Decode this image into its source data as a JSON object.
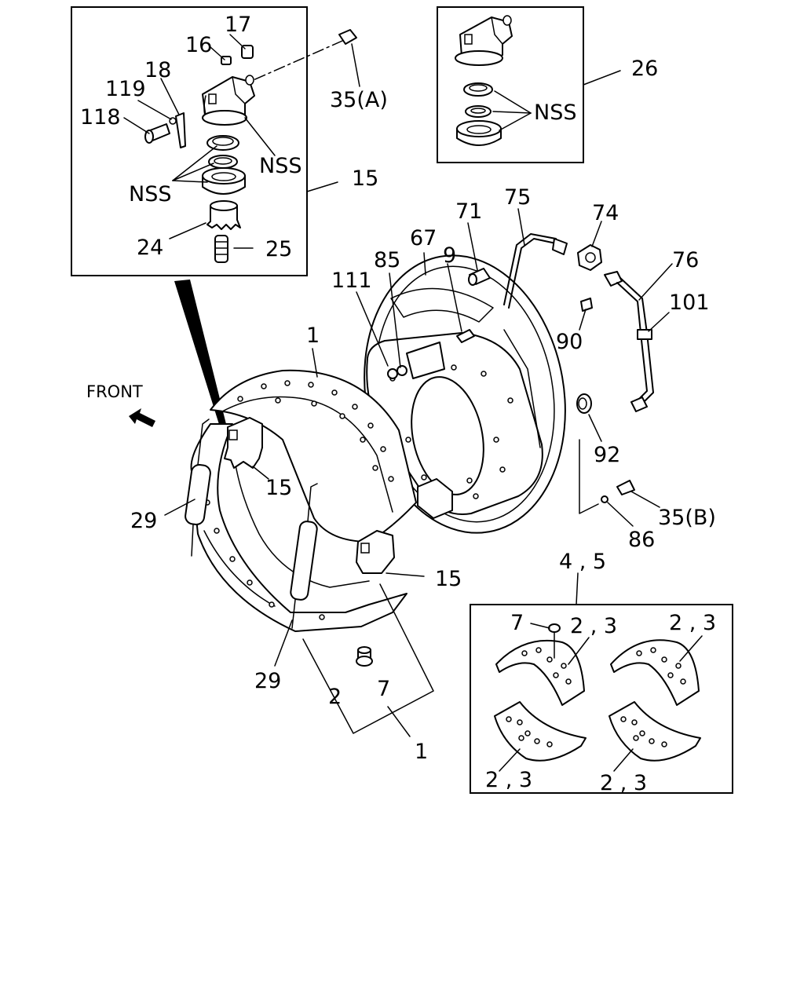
{
  "labels": {
    "front": "FRONT",
    "l1_top": "1",
    "l1_bottom": "1",
    "l2": "2",
    "l7_lower": "7",
    "l7_box": "7",
    "l9": "9",
    "l15_box": "15",
    "l15_upper": "15",
    "l15_lower": "15",
    "l16": "16",
    "l17": "17",
    "l18": "18",
    "l24": "24",
    "l25": "25",
    "l26": "26",
    "l29_left": "29",
    "l29_bottom": "29",
    "l35a": "35(A)",
    "l35b": "35(B)",
    "l45": "4 , 5",
    "l23_a": "2 , 3",
    "l23_b": "2 , 3",
    "l23_c": "2 , 3",
    "l23_d": "2 , 3",
    "l67": "67",
    "l71": "71",
    "l74": "74",
    "l75": "75",
    "l76": "76",
    "l85": "85",
    "l86": "86",
    "l90": "90",
    "l92": "92",
    "l101": "101",
    "l111": "111",
    "l118": "118",
    "l119": "119",
    "nss_a": "NSS",
    "nss_b": "NSS",
    "nss_c": "NSS"
  }
}
